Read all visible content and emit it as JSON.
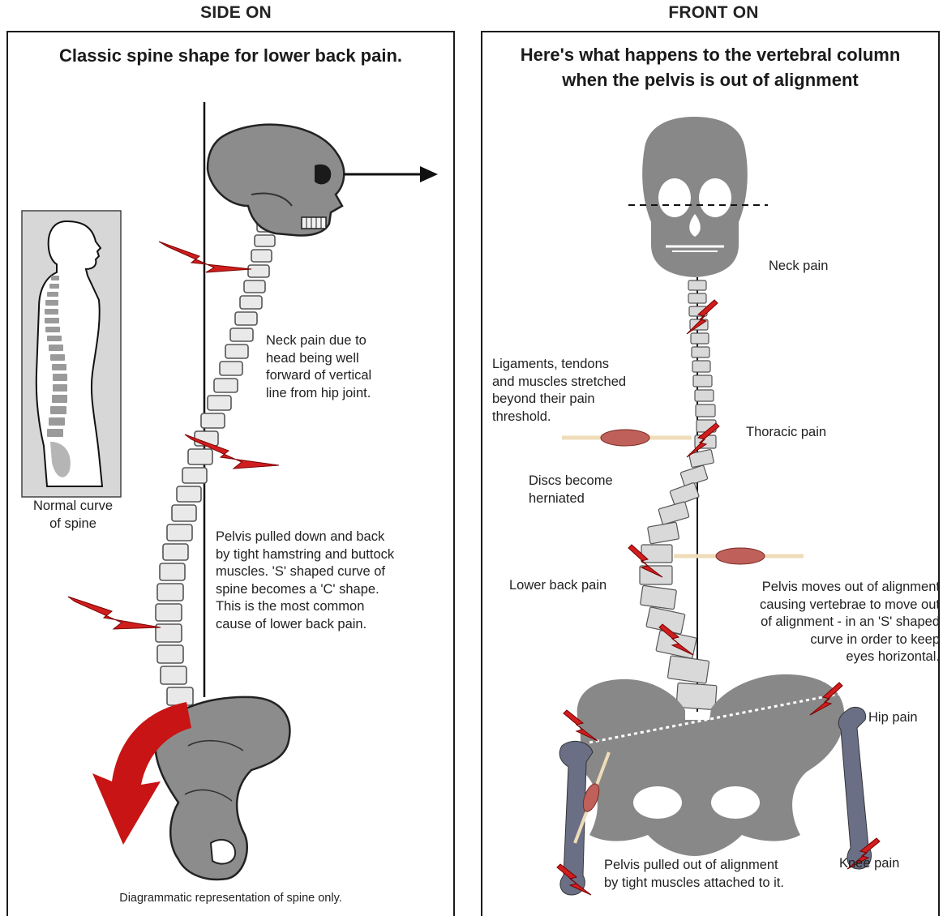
{
  "left": {
    "header": "SIDE ON",
    "title": "Classic spine shape for lower back pain.",
    "normal_curve_caption": "Normal curve\nof spine",
    "neck_note": "Neck pain due to\nhead being well\nforward of vertical\nline from hip joint.",
    "pelvis_note": "Pelvis pulled down and back\nby tight hamstring and buttock\nmuscles. 'S' shaped curve of\nspine becomes a 'C' shape.\nThis is the most common\ncause of lower back pain.",
    "footer": "Diagrammatic representation of spine only."
  },
  "right": {
    "header": "FRONT ON",
    "title": "Here's what happens to the vertebral column\nwhen the pelvis is out of alignment",
    "neck_pain": "Neck pain",
    "ligaments_note": "Ligaments, tendons\nand muscles stretched\nbeyond their pain\nthreshold.",
    "thoracic_pain": "Thoracic pain",
    "discs_note": "Discs become\nherniated",
    "lower_back_pain": "Lower back pain",
    "pelvis_alignment_note": "Pelvis moves out of alignment\ncausing vertebrae to move out\nof alignment - in an 'S' shaped\ncurve in order to keep\neyes horizontal.",
    "hip_pain": "Hip pain",
    "knee_pain": "Knee pain",
    "tight_muscles_note": "Pelvis pulled out of alignment\nby tight muscles attached to it."
  },
  "colors": {
    "bone": "#7d7d7d",
    "bone_light": "#8c8c8c",
    "vertebra": "#e9e9e9",
    "pain_bolt": "#d01e1e",
    "arrow_red": "#c81414",
    "femur": "#6a6f86",
    "muscle": "#c0605a",
    "tendon": "#efdcb8"
  },
  "icons": [
    "skull-icon",
    "spine-icon",
    "pelvis-icon",
    "pain-bolt-icon",
    "rotation-arrow-icon",
    "forward-arrow-icon",
    "human-silhouette-icon",
    "muscle-icon",
    "femur-icon"
  ]
}
